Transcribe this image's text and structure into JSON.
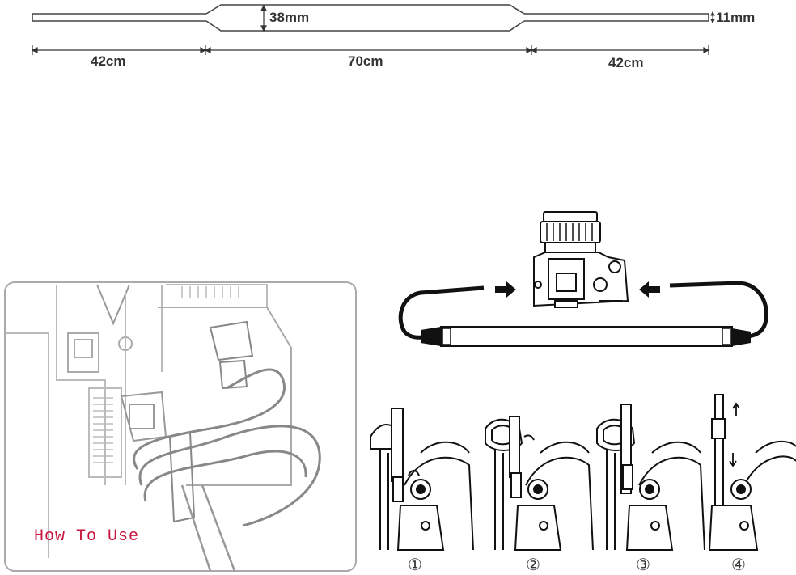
{
  "dimensions": {
    "pad_width": "38mm",
    "string_width": "11mm",
    "left_length": "42cm",
    "middle_length": "70cm",
    "right_length": "42cm"
  },
  "usage_title": "How To Use",
  "steps": [
    "①",
    "②",
    "③",
    "④"
  ]
}
